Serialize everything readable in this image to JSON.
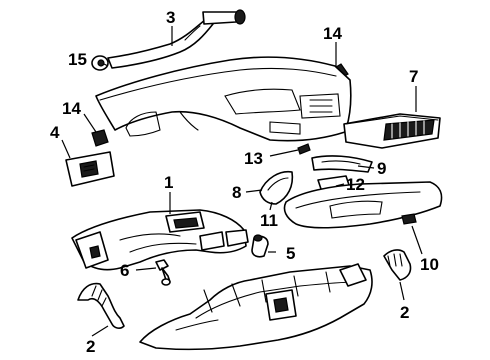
{
  "callouts": {
    "c1": "1",
    "c2a": "2",
    "c2b": "2",
    "c3": "3",
    "c4": "4",
    "c5": "5",
    "c6": "6",
    "c7": "7",
    "c8": "8",
    "c9": "9",
    "c10": "10",
    "c11": "11",
    "c12": "12",
    "c13": "13",
    "c14a": "14",
    "c14b": "14",
    "c15": "15"
  }
}
